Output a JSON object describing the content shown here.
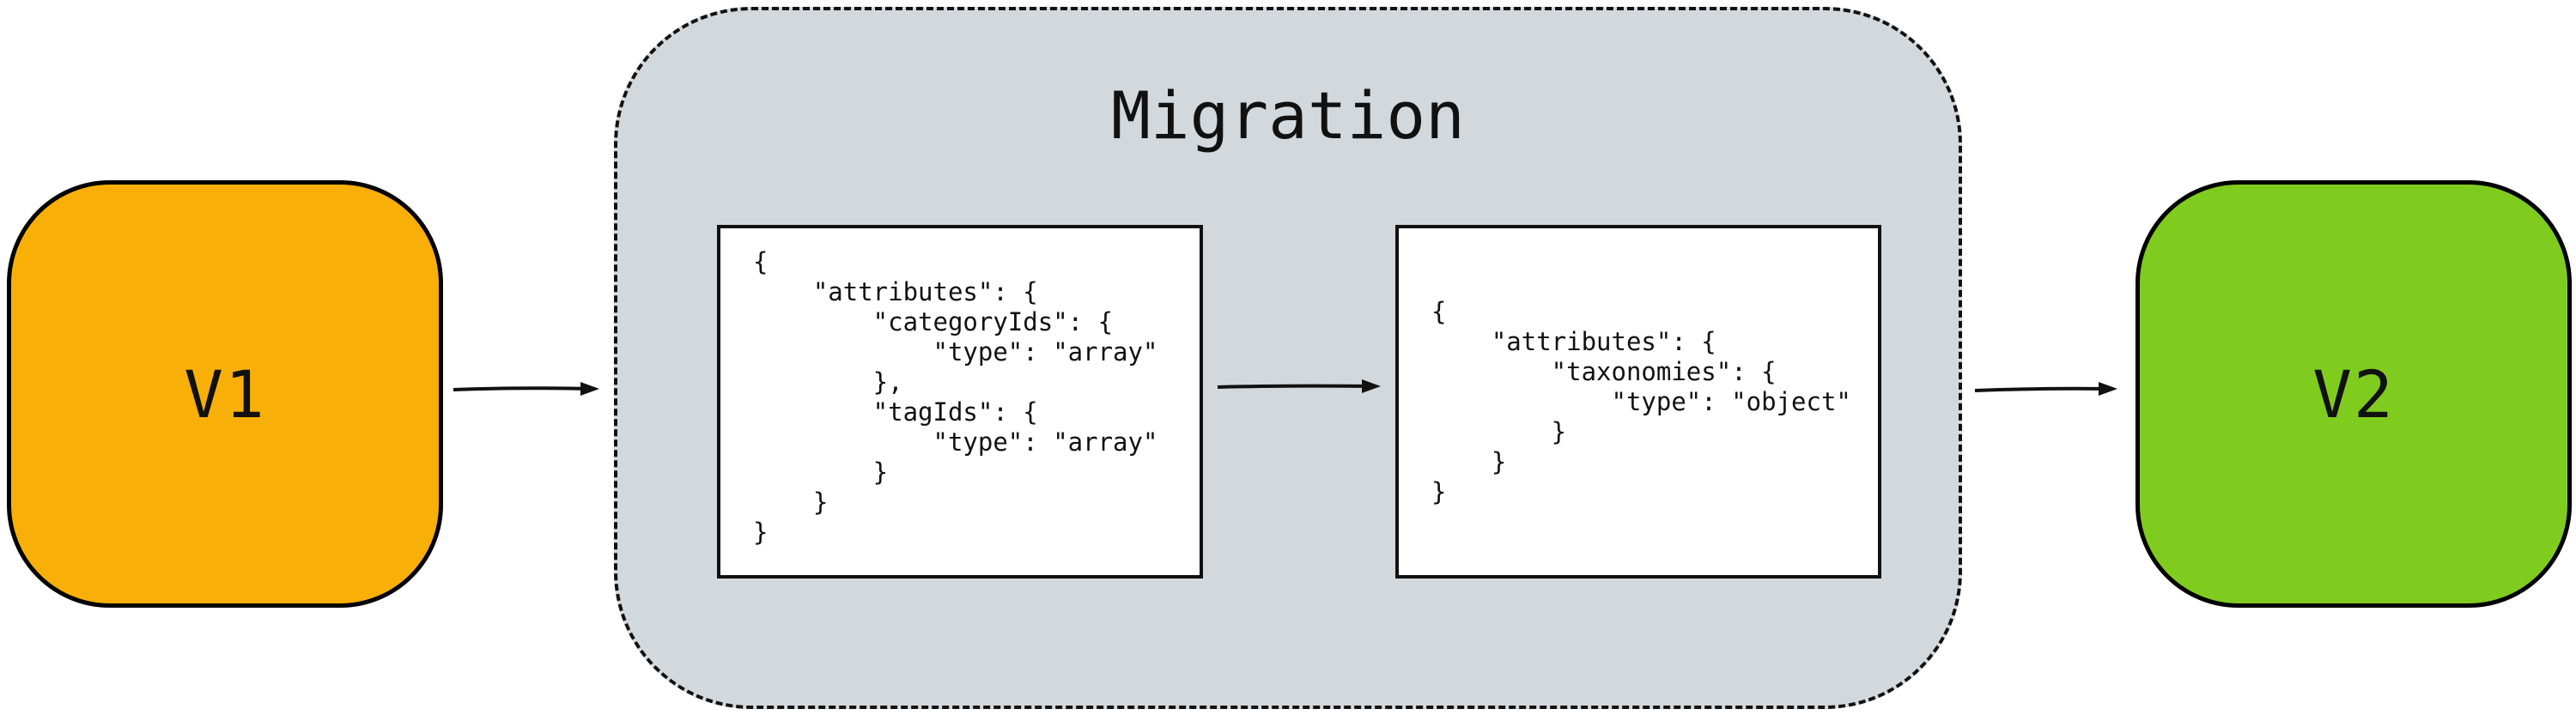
{
  "colors": {
    "v1_fill": "#f8b008",
    "v2_fill": "#80cc1e",
    "migration_fill": "#d3d8dd",
    "stroke": "#111111"
  },
  "source": {
    "label": "V1"
  },
  "target": {
    "label": "V2"
  },
  "migration": {
    "title": "Migration",
    "schema_before": "{\n    \"attributes\": {\n        \"categoryIds\": {\n            \"type\": \"array\"\n        },\n        \"tagIds\": {\n            \"type\": \"array\"\n        }\n    }\n}",
    "schema_after": "{\n    \"attributes\": {\n        \"taxonomies\": {\n            \"type\": \"object\"\n        }\n    }\n}"
  }
}
